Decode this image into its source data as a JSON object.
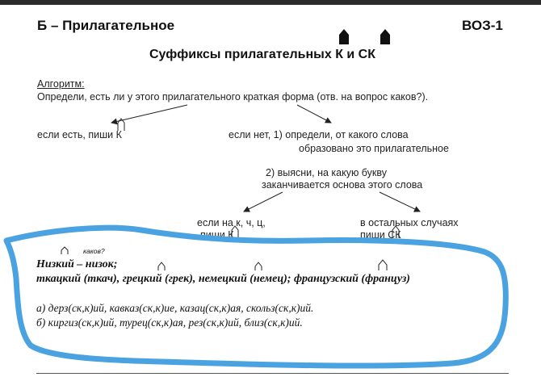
{
  "header": {
    "left": "Б – Прилагательное",
    "right": "ВОЗ-1"
  },
  "title": "Суффиксы прилагательных К и СК",
  "algorithm": {
    "heading": "Алгоритм:",
    "question": "Определи, есть ли у этого прилагательного краткая форма (отв. на вопрос каков?)."
  },
  "branches": {
    "yes": "если есть, пиши К",
    "no_line1": "если нет, 1) определи, от какого слова",
    "no_line2": "образовано это прилагательное",
    "step2_line1": "2) выясни, на какую букву",
    "step2_line2": "заканчивается основа этого слова",
    "kch_line1": "если на к, ч, ц,",
    "kch_line2": "пиши К",
    "other_line1": "в остальных случаях",
    "other_line2": "пиши СК"
  },
  "handwritten_note": "каков?",
  "examples": {
    "line1": "Низкий – низок;",
    "line2": "ткацкий (ткач), грецкий (грек), немецкий (немец); французский (француз)",
    "exercise_a": "а) дерз(ск,к)ий, кавказ(ск,к)ие, казац(ск,к)ая, скольз(ск,к)ий.",
    "exercise_b": "б) киргиз(ск,к)ий, турец(ск,к)ая, рез(ск,к)ий, близ(ск,к)ий."
  },
  "colors": {
    "highlight_stroke": "#4aa3e0",
    "text": "#111111",
    "top_bar": "#2b2b2b"
  }
}
